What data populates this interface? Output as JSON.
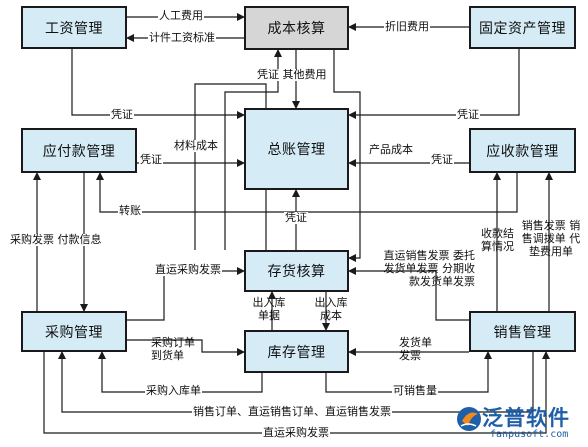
{
  "nodes": {
    "cost": "成本核算",
    "payroll": "工资管理",
    "fixed_assets": "固定资产管理",
    "payable": "应付款管理",
    "ledger": "总账管理",
    "receivable": "应收款管理",
    "inventory_acct": "存货核算",
    "purchase": "采购管理",
    "stock": "库存管理",
    "sales": "销售管理"
  },
  "edge_labels": {
    "labor_cost": "人工费用",
    "piece_wage": "计件工资标准",
    "depreciation": "折旧费用",
    "voucher_other": "凭证 其他费用",
    "voucher_payroll": "凭证",
    "voucher_fixed": "凭证",
    "material_cost": "材料成本",
    "voucher_payable": "凭证",
    "product_cost": "产品成本",
    "voucher_receivable": "凭证",
    "transfer": "转账",
    "voucher_inventory": "凭证",
    "purchase_invoice": "采购发票 付款信息",
    "collection": "收款结算情况",
    "sales_invoice": "销售发票 销售调拨单 代垫费用单",
    "direct_purchase_invoice": "直运采购发票",
    "sales_consign_invoice": "直运销售发票 委托发货单发票 分期收款发货单发票",
    "in_out_doc": "出入库 单据",
    "in_out_cost": "出入库 成本",
    "po_arrival": "采购订单 到货单",
    "delivery_invoice": "发货单 发票",
    "purchase_receipt": "采购入库单",
    "saleable": "可销售量",
    "sales_orders": "销售订单、直运销售订单、直运销售发票",
    "direct_purchase_invoice_bottom": "直运采购发票"
  },
  "logo": {
    "name": "泛普软件",
    "url": "fanpusoft.com"
  },
  "colors": {
    "node_fill": "#d5ecf6",
    "cost_fill": "#d6d6d6",
    "line": "#1a1a1a",
    "logo_blue": "#1f5fa8",
    "logo_orange": "#f08a1c"
  }
}
